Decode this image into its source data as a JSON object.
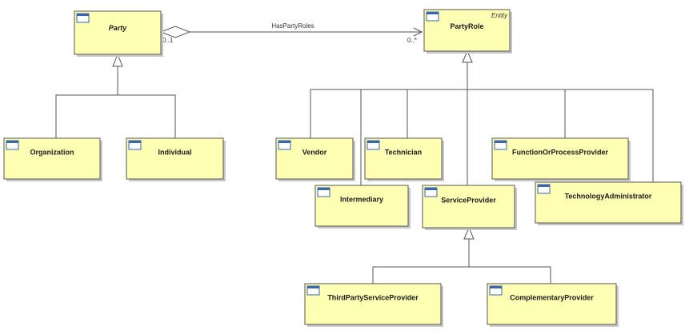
{
  "classes": [
    {
      "id": "party",
      "label": "Party",
      "italic": true,
      "stereotype": ""
    },
    {
      "id": "partyrole",
      "label": "PartyRole",
      "italic": false,
      "stereotype": "Entity"
    },
    {
      "id": "organization",
      "label": "Organization",
      "italic": false,
      "stereotype": ""
    },
    {
      "id": "individual",
      "label": "Individual",
      "italic": false,
      "stereotype": ""
    },
    {
      "id": "vendor",
      "label": "Vendor",
      "italic": false,
      "stereotype": ""
    },
    {
      "id": "technician",
      "label": "Technician",
      "italic": false,
      "stereotype": ""
    },
    {
      "id": "functionorprocessprovider",
      "label": "FunctionOrProcessProvider",
      "italic": false,
      "stereotype": ""
    },
    {
      "id": "intermediary",
      "label": "Intermediary",
      "italic": false,
      "stereotype": ""
    },
    {
      "id": "serviceprovider",
      "label": "ServiceProvider",
      "italic": false,
      "stereotype": ""
    },
    {
      "id": "technologyadministrator",
      "label": "TechnologyAdministrator",
      "italic": false,
      "stereotype": ""
    },
    {
      "id": "thirdpartyserviceprovider",
      "label": "ThirdPartyServiceProvider",
      "italic": false,
      "stereotype": ""
    },
    {
      "id": "complementaryprovider",
      "label": "ComplementaryProvider",
      "italic": false,
      "stereotype": ""
    }
  ],
  "association": {
    "name": "HasPartyRoles",
    "source_multiplicity": "0..1",
    "target_multiplicity": "0..*"
  },
  "colors": {
    "class_fill": "#ffffb4",
    "border": "#555555",
    "icon": "#3a66b0"
  },
  "icon": "class-icon"
}
